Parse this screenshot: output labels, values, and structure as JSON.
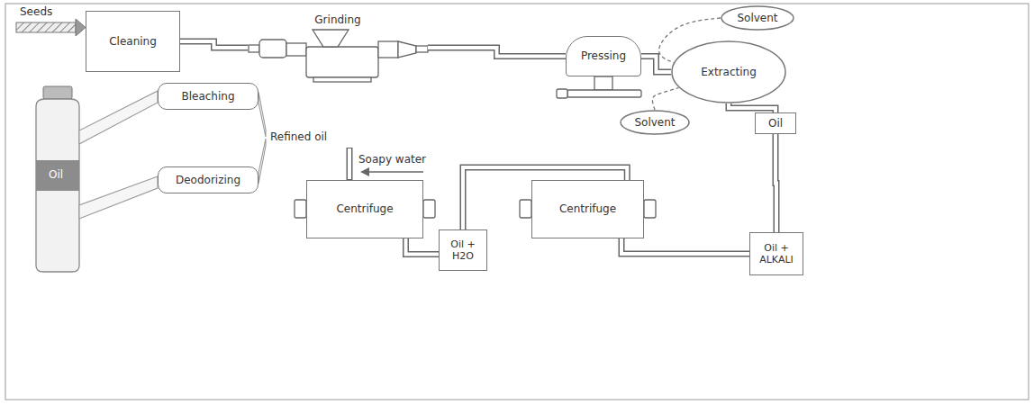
{
  "diagram": {
    "nodes": [
      {
        "text": [
          "Cleaning"
        ]
      },
      {
        "text": [
          "Grinding"
        ]
      },
      {
        "text": [
          "Pressing"
        ]
      },
      {
        "text": [
          "Solvent"
        ]
      },
      {
        "text": [
          "Extracting"
        ]
      },
      {
        "text": [
          "Solvent"
        ]
      },
      {
        "text": [
          "Oil"
        ]
      },
      {
        "text": [
          "Bleaching"
        ]
      },
      {
        "text": [
          "Deodorizing"
        ]
      },
      {
        "text": [
          "Centrifuge"
        ]
      },
      {
        "text": [
          "Oil + H2O"
        ]
      },
      {
        "text": [
          "Centrifuge"
        ]
      },
      {
        "text": [
          "Oil + ALKALI"
        ]
      }
    ],
    "edges": [
      {
        "from": 0,
        "to": 1,
        "arrow": "none"
      },
      {
        "from": 1,
        "to": 2,
        "arrow": "none"
      },
      {
        "from": 2,
        "to": 4,
        "arrow": "none"
      },
      {
        "from": 3,
        "to": 4,
        "arrow": "none"
      },
      {
        "from": 5,
        "to": 4,
        "arrow": "none"
      },
      {
        "from": 4,
        "to": 6,
        "arrow": "none"
      },
      {
        "from": 6,
        "to": 12,
        "arrow": "none"
      },
      {
        "from": 12,
        "to": 11,
        "arrow": "none"
      },
      {
        "from": 11,
        "to": 10,
        "arrow": "none"
      },
      {
        "from": 10,
        "to": 9,
        "arrow": "none"
      }
    ],
    "labels": [
      "Seeds",
      "Oil",
      "Refined oil",
      "Soapy water"
    ]
  }
}
